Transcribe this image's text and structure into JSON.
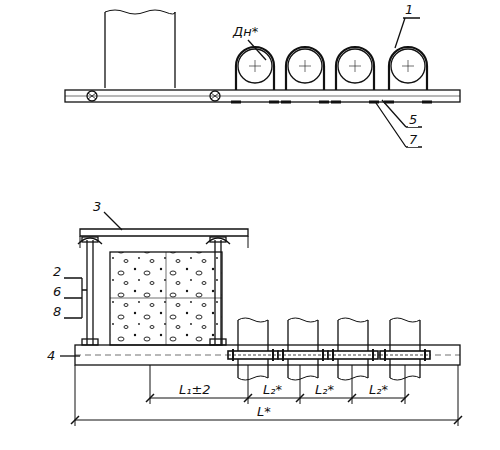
{
  "diagram": {
    "labels": [
      "Дн*",
      "1",
      "5",
      "7",
      "3",
      "2",
      "6",
      "8",
      "4",
      "L₁±2",
      "L₂*",
      "L₂*",
      "L₂*",
      "L*"
    ]
  }
}
